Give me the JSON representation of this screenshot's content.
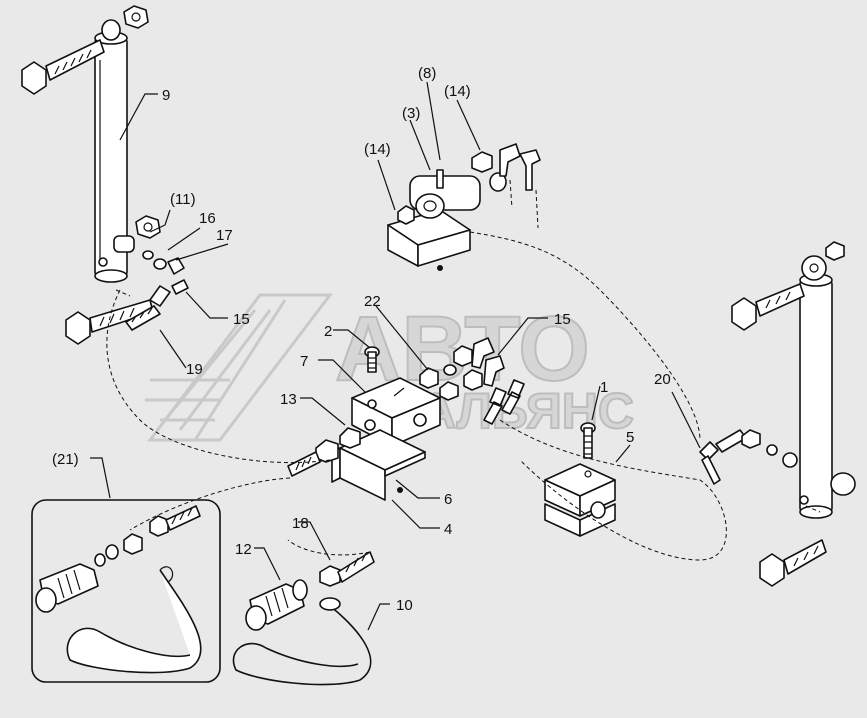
{
  "diagram": {
    "labels": {
      "l9": "9",
      "l11": "(11)",
      "l16": "16",
      "l17": "17",
      "l15a": "15",
      "l19": "19",
      "l8": "(8)",
      "l3": "(3)",
      "l14a": "(14)",
      "l14b": "(14)",
      "l22": "22",
      "l15b": "15",
      "l2": "2",
      "l7": "7",
      "l13": "13",
      "l1": "1",
      "l20": "20",
      "l5": "5",
      "l6": "6",
      "l4": "4",
      "l21": "(21)",
      "l12": "12",
      "l18": "18",
      "l10": "10"
    },
    "watermark": {
      "line1": "АВТО",
      "line2": "АЛЬЯНС"
    }
  }
}
